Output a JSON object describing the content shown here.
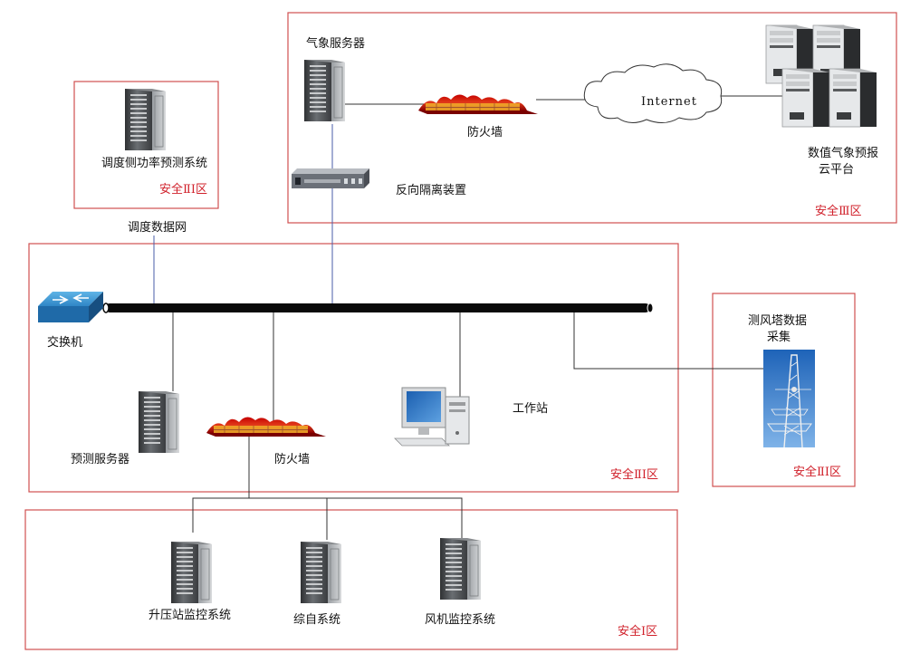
{
  "zones": {
    "dispatch": "安全ⅡⅠ区",
    "weather": "安全Ⅲ区",
    "main": "安全ⅡⅠ区",
    "tower": "安全ⅡⅠ区",
    "control": "安全Ⅰ区"
  },
  "labels": {
    "weather_server": "气象服务器",
    "firewall_top": "防火墙",
    "internet": "Internet",
    "nwp_cloud_line1": "数值气象预报",
    "nwp_cloud_line2": "云平台",
    "reverse_isolation": "反向隔离装置",
    "dispatch_system": "调度侧功率预测系统",
    "dispatch_network": "调度数据网",
    "switch": "交换机",
    "forecast_server": "预测服务器",
    "firewall_mid": "防火墙",
    "workstation": "工作站",
    "tower_line1": "测风塔数据",
    "tower_line2": "采集",
    "booster_station": "升压站监控系统",
    "integrated_auto": "综自系统",
    "turbine_monitor": "风机监控系统"
  }
}
